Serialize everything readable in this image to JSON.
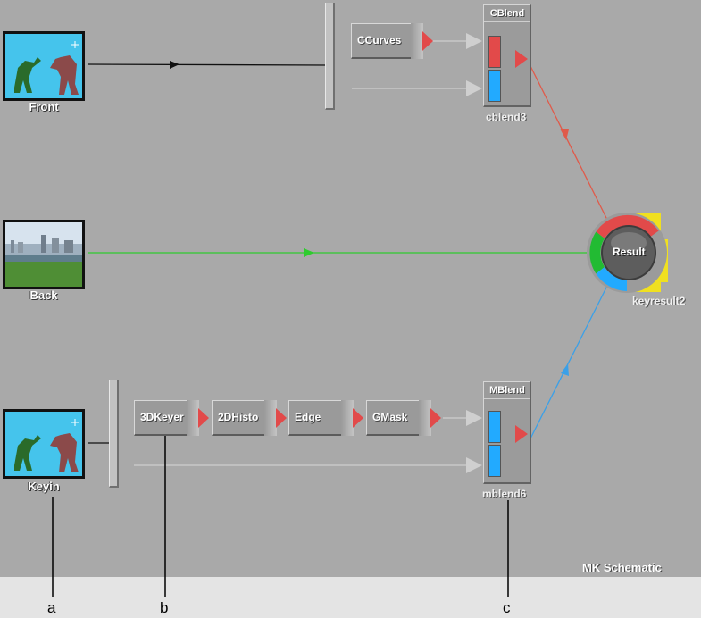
{
  "title": "MK Schematic",
  "clips": {
    "front": {
      "label": "Front"
    },
    "back": {
      "label": "Back"
    },
    "keyin": {
      "label": "Keyin"
    }
  },
  "nodes": {
    "ccurves": "CCurves",
    "keyer": "3DKeyer",
    "histo": "2DHisto",
    "edge": "Edge",
    "gmask": "GMask"
  },
  "blends": {
    "cblend": {
      "title": "CBlend",
      "name": "cblend3"
    },
    "mblend": {
      "title": "MBlend",
      "name": "mblend6"
    }
  },
  "result": {
    "label": "Result",
    "name": "keyresult2"
  },
  "callouts": {
    "a": "a",
    "b": "b",
    "c": "c"
  },
  "colors": {
    "canvas": "#a9a9a9",
    "front_link": "#111111",
    "back_link": "#2ecc2e",
    "front_blend_link": "#e05a4a",
    "key_blend_link": "#3aa0e8",
    "red_input": "#e24a4a",
    "blue_input": "#22aaff",
    "green_input": "#22bb33",
    "yellow_input": "#f0e020"
  }
}
